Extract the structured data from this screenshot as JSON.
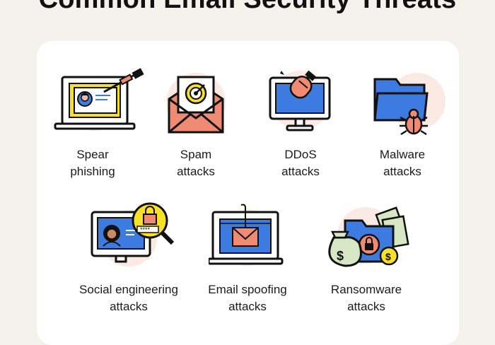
{
  "page": {
    "title": "Common Email Security Threats"
  },
  "threats": [
    {
      "id": "spear-phishing",
      "icon": "laptop-fishing-rod-icon",
      "line1": "Spear",
      "line2": "phishing"
    },
    {
      "id": "spam",
      "icon": "envelope-target-icon",
      "line1": "Spam",
      "line2": "attacks"
    },
    {
      "id": "ddos",
      "icon": "monitor-bomb-icon",
      "line1": "DDoS",
      "line2": "attacks"
    },
    {
      "id": "malware",
      "icon": "folder-bug-icon",
      "line1": "Malware",
      "line2": "attacks"
    },
    {
      "id": "social-engineering",
      "icon": "monitor-magnifier-lock-icon",
      "line1": "Social engineering",
      "line2": "attacks"
    },
    {
      "id": "email-spoofing",
      "icon": "laptop-email-hook-icon",
      "line1": "Email spoofing",
      "line2": "attacks"
    },
    {
      "id": "ransomware",
      "icon": "moneybag-folder-lock-icon",
      "line1": "Ransomware",
      "line2": "attacks"
    }
  ],
  "colors": {
    "background": "#f5f1ec",
    "card": "#ffffff",
    "blue": "#3d7be0",
    "light_blue": "#bfe0f5",
    "salmon": "#f08a72",
    "yellow": "#f7e026",
    "cream": "#d7e6c4",
    "ink": "#111111"
  }
}
